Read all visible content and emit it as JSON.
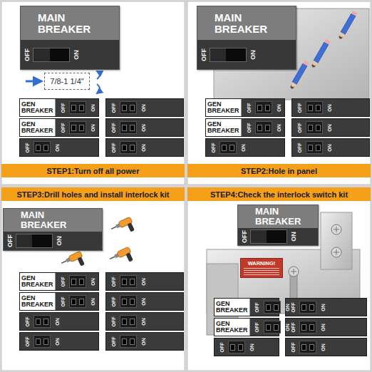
{
  "diagram": {
    "nodes": [
      {
        "text": [
          "MAIN BREAKER",
          "OFF",
          "ON"
        ]
      },
      {
        "text": [
          "7/8-1 1/4\""
        ]
      },
      {
        "text": [
          "GEN BREAKER",
          "OFF",
          "ON"
        ]
      },
      {
        "text": [
          "OFF",
          "ON"
        ]
      },
      {
        "text": [
          "GEN BREAKER",
          "OFF",
          "ON"
        ]
      },
      {
        "text": [
          "OFF",
          "ON"
        ]
      },
      {
        "text": [
          "OFF",
          "ON"
        ]
      },
      {
        "text": [
          "OFF",
          "ON"
        ]
      },
      {
        "text": [
          "STEP1:Turn off all power"
        ]
      },
      {
        "text": [
          "MAIN BREAKER",
          "OFF",
          "ON"
        ]
      },
      {
        "text": [
          "GEN BREAKER",
          "OFF",
          "ON"
        ]
      },
      {
        "text": [
          "OFF",
          "ON"
        ]
      },
      {
        "text": [
          "GEN BREAKER",
          "OFF",
          "ON"
        ]
      },
      {
        "text": [
          "OFF",
          "ON"
        ]
      },
      {
        "text": [
          "OFF",
          "ON"
        ]
      },
      {
        "text": [
          "OFF",
          "ON"
        ]
      },
      {
        "text": [
          "STEP2:Hole in panel"
        ]
      },
      {
        "text": [
          "STEP3:Drill holes and install interlock kit"
        ]
      },
      {
        "text": [
          "MAIN BREAKER",
          "OFF",
          "ON"
        ]
      },
      {
        "text": [
          "GEN BREAKER",
          "OFF",
          "ON"
        ]
      },
      {
        "text": [
          "OFF",
          "ON"
        ]
      },
      {
        "text": [
          "GEN BREAKER",
          "OFF",
          "ON"
        ]
      },
      {
        "text": [
          "OFF",
          "ON"
        ]
      },
      {
        "text": [
          "OFF",
          "ON"
        ]
      },
      {
        "text": [
          "OFF",
          "ON"
        ]
      },
      {
        "text": [
          "OFF",
          "ON"
        ]
      },
      {
        "text": [
          "OFF",
          "ON"
        ]
      },
      {
        "text": [
          "STEP4:Check the interlock switch kit"
        ]
      },
      {
        "text": [
          "MAIN BREAKER",
          "OFF",
          "ON"
        ]
      },
      {
        "text": [
          "WARNING!"
        ]
      },
      {
        "text": [
          "GEN BREAKER",
          "OFF",
          "ON"
        ]
      },
      {
        "text": [
          "OFF",
          "ON"
        ]
      },
      {
        "text": [
          "GEN BREAKER",
          "OFF",
          "ON"
        ]
      },
      {
        "text": [
          "OFF",
          "ON"
        ]
      },
      {
        "text": [
          "OFF",
          "ON"
        ]
      },
      {
        "text": [
          "OFF",
          "ON"
        ]
      }
    ]
  }
}
